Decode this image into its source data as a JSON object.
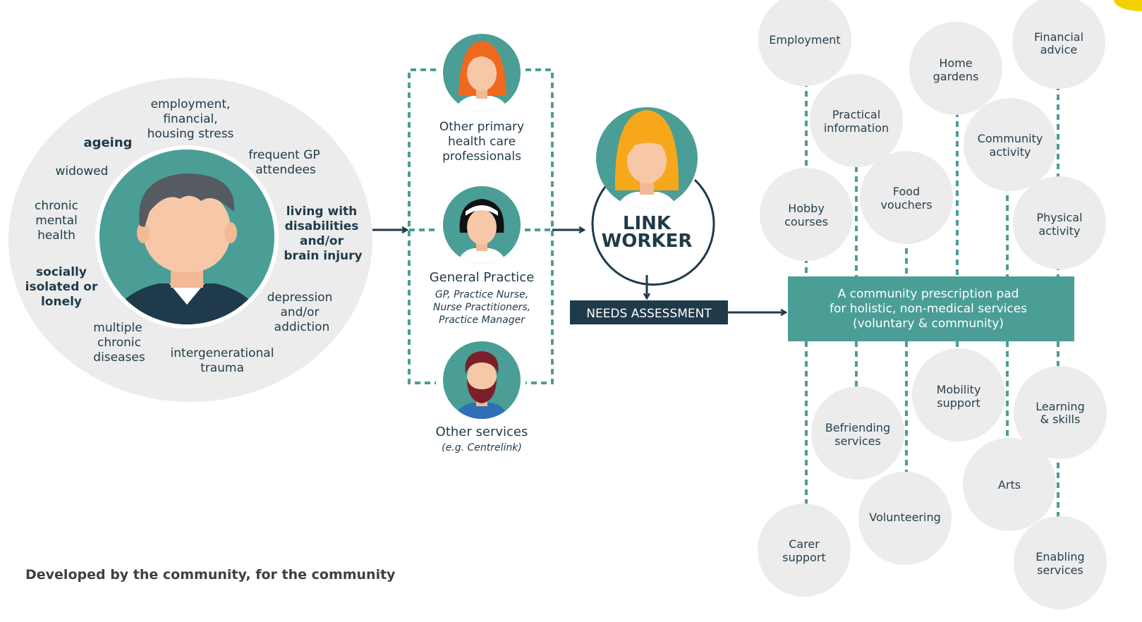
{
  "colors": {
    "teal": "#4a9e95",
    "navy": "#1f3a4a",
    "bubble": "#ececec",
    "outer_circle": "#ececec",
    "skin": "#f7c8a8",
    "orange_hair": "#ef6a1f",
    "yellow_hair": "#f6a81a",
    "gray_hair": "#555b60",
    "beard": "#7a1f2a",
    "accent": "#f3d100"
  },
  "risk_factors": {
    "employment": [
      "employment,",
      "financial,",
      "housing stress"
    ],
    "ageing": "ageing",
    "frequent_gp": [
      "frequent GP",
      "attendees"
    ],
    "widowed": "widowed",
    "chronic_mental": [
      "chronic",
      "mental",
      "health"
    ],
    "disabilities": [
      "living with",
      "disabilities",
      "and/or",
      "brain injury"
    ],
    "isolated": [
      "socially",
      "isolated or",
      "lonely"
    ],
    "depression": [
      "depression",
      "and/or",
      "addiction"
    ],
    "multiple_chronic": [
      "multiple",
      "chronic",
      "diseases"
    ],
    "intergenerational": [
      "intergenerational",
      "trauma"
    ]
  },
  "referrers": {
    "primary_care": [
      "Other primary",
      "health care",
      "professionals"
    ],
    "general_practice": "General Practice",
    "general_practice_detail": [
      "GP, Practice Nurse,",
      "Nurse Practitioners,",
      "Practice Manager"
    ],
    "other_services": "Other services",
    "other_services_detail": "(e.g. Centrelink)"
  },
  "link_worker": [
    "LINK",
    "WORKER"
  ],
  "needs_assessment": "NEEDS ASSESSMENT",
  "prescription_pad": [
    "A community prescription pad",
    "for holistic, non-medical services",
    "(voluntary & community)"
  ],
  "services": {
    "employment": [
      "Employment"
    ],
    "financial_advice": [
      "Financial",
      "advice"
    ],
    "home_gardens": [
      "Home",
      "gardens"
    ],
    "practical_information": [
      "Practical",
      "information"
    ],
    "community_activity": [
      "Community",
      "activity"
    ],
    "hobby_courses": [
      "Hobby",
      "courses"
    ],
    "food_vouchers": [
      "Food",
      "vouchers"
    ],
    "physical_activity": [
      "Physical",
      "activity"
    ],
    "mobility_support": [
      "Mobility",
      "support"
    ],
    "learning_skills": [
      "Learning",
      "& skills"
    ],
    "befriending_services": [
      "Befriending",
      "services"
    ],
    "arts": [
      "Arts"
    ],
    "volunteering": [
      "Volunteering"
    ],
    "carer_support": [
      "Carer",
      "support"
    ],
    "enabling_services": [
      "Enabling",
      "services"
    ]
  },
  "footer": "Developed by the community, for the community"
}
